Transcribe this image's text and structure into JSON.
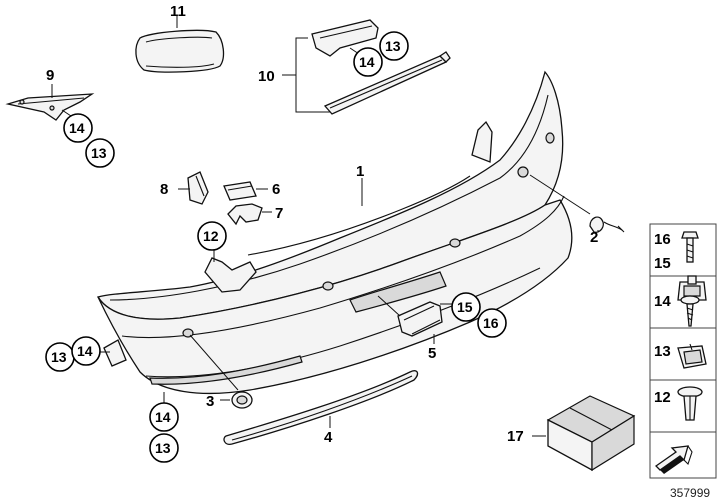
{
  "labels": {
    "p1": "1",
    "p2": "2",
    "p3": "3",
    "p4": "4",
    "p5": "5",
    "p6": "6",
    "p7": "7",
    "p8": "8",
    "p9": "9",
    "p10": "10",
    "p11": "11",
    "p17": "17"
  },
  "callouts": {
    "c9_14": "14",
    "c9_13": "13",
    "c10_13": "13",
    "c10_14": "14",
    "c12": "12",
    "c15": "15",
    "c16": "16",
    "cl_13": "13",
    "cl_14": "14",
    "cb_14": "14",
    "cb_13": "13"
  },
  "legend": {
    "r16": "16",
    "r15": "15",
    "r14": "14",
    "r13": "13",
    "r12": "12"
  },
  "doc_number": "357999"
}
